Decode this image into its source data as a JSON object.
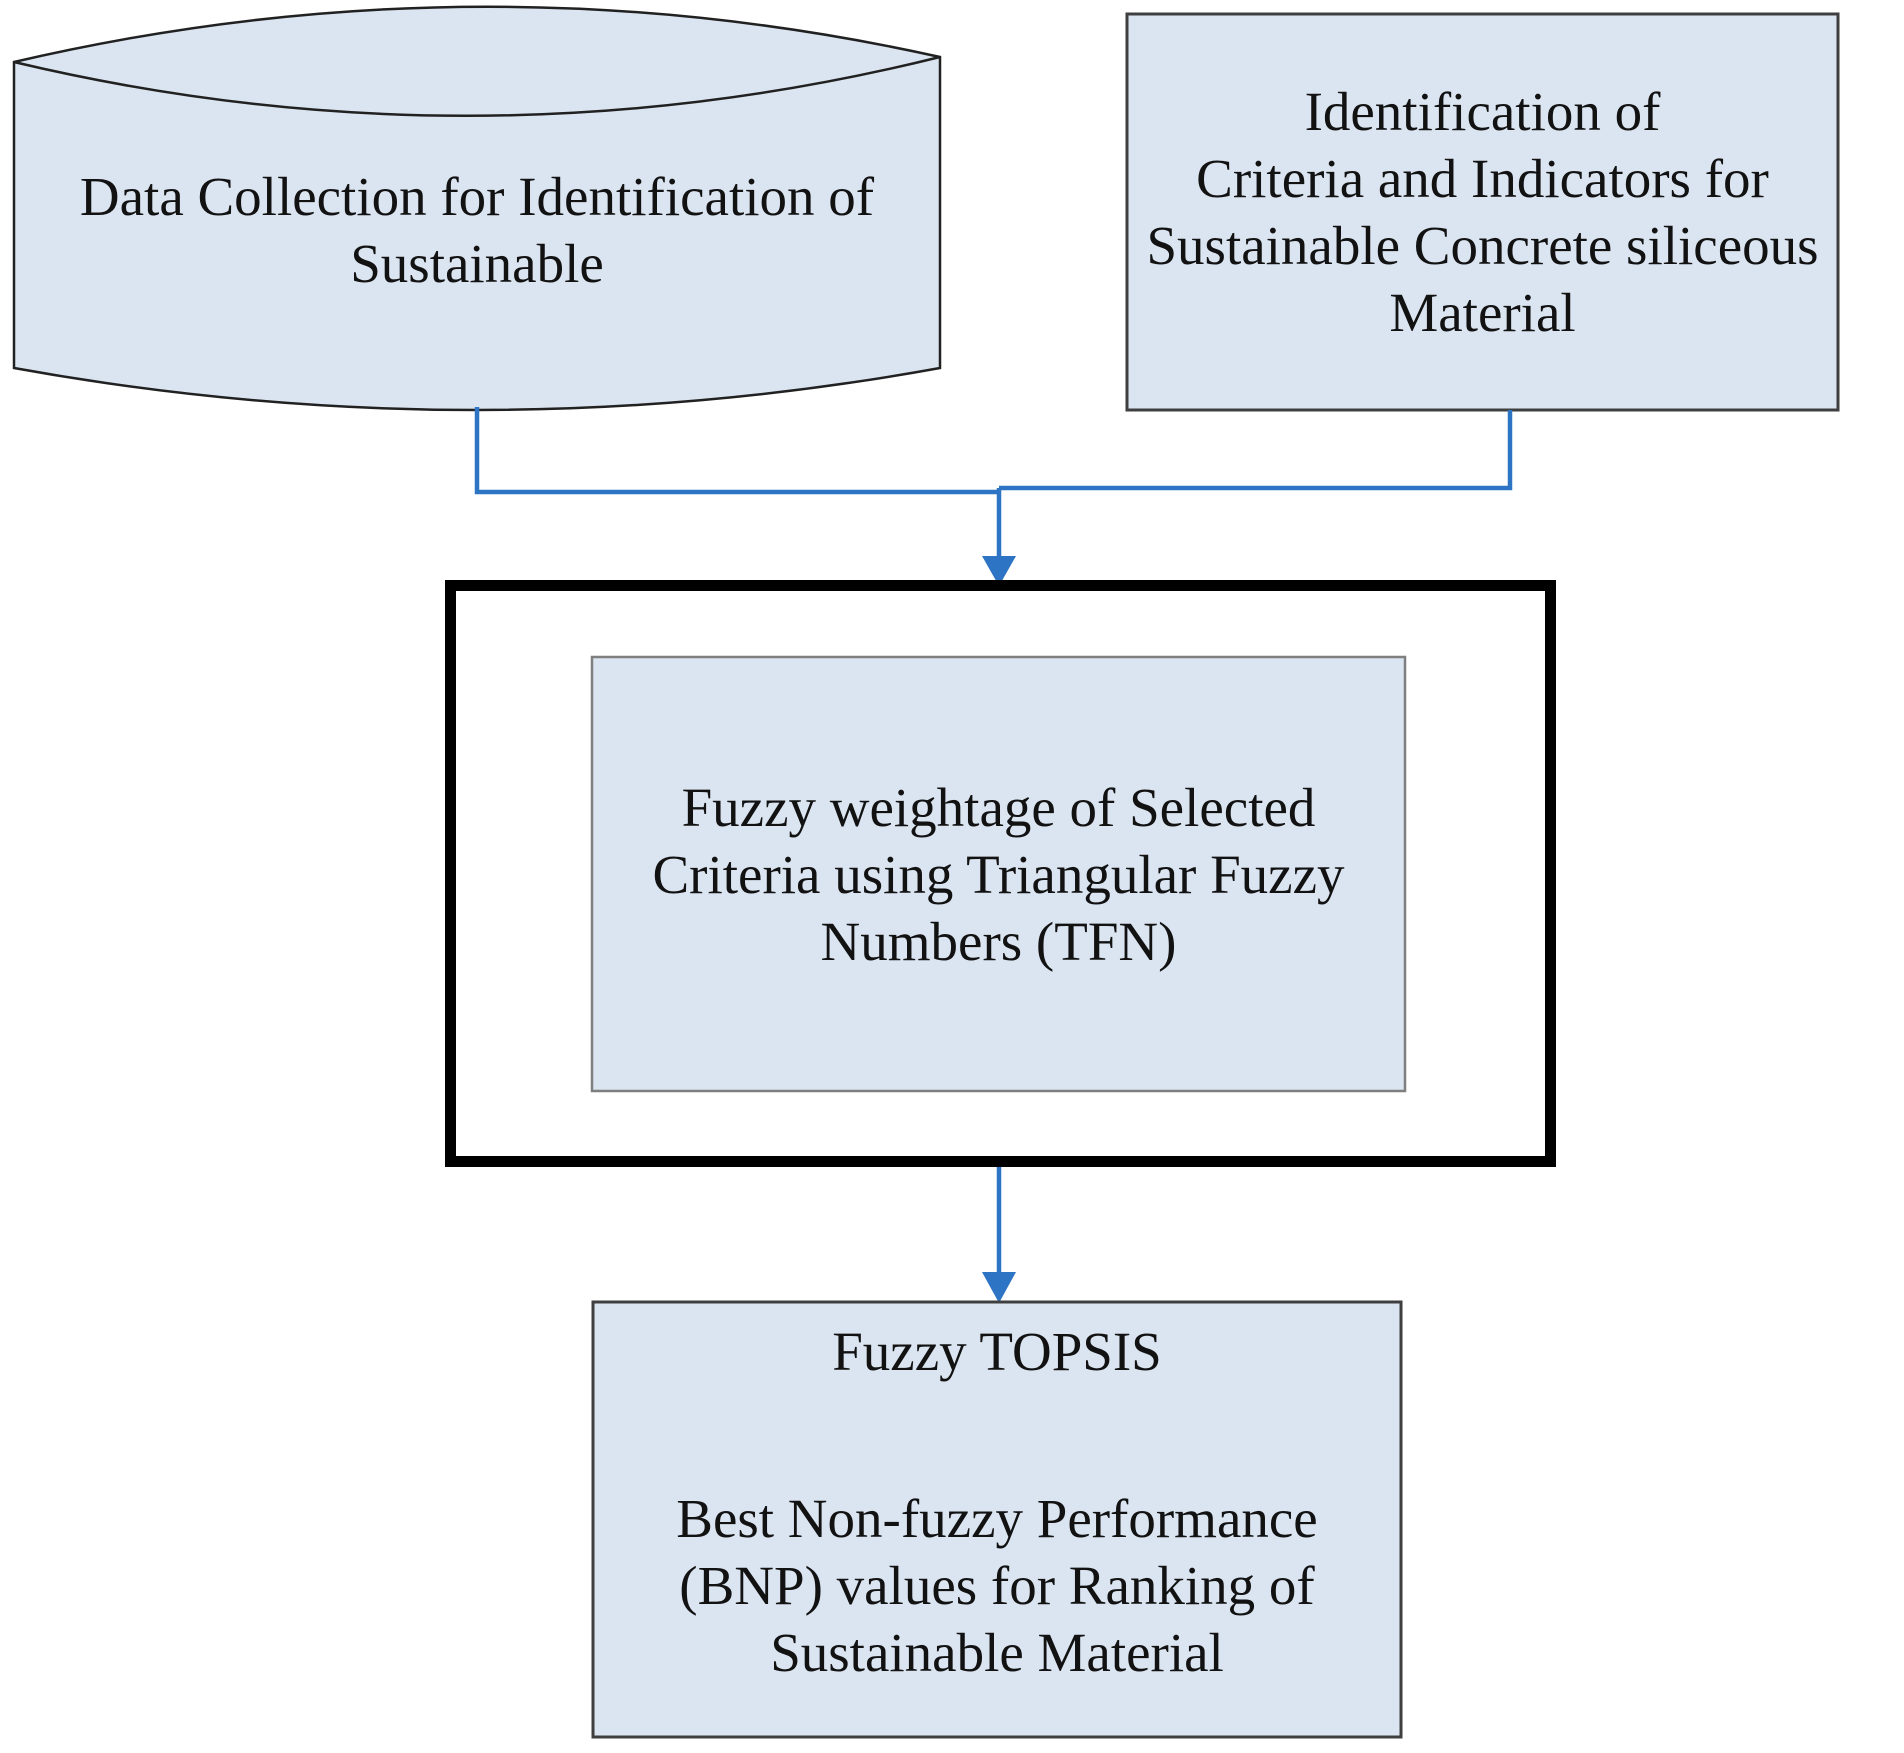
{
  "diagram": {
    "kind": "flowchart",
    "nodes": {
      "data_collection": {
        "shape": "stored-data-drum",
        "lines": [
          "Data Collection for Identification of",
          "Sustainable"
        ]
      },
      "identification": {
        "shape": "rectangle",
        "lines": [
          "Identification of",
          "Criteria and Indicators for",
          "Sustainable Concrete siliceous",
          "Material"
        ]
      },
      "fuzzy_weightage": {
        "shape": "rectangle-inside-emphasis-frame",
        "lines": [
          "Fuzzy weightage of Selected",
          "Criteria using Triangular Fuzzy",
          "Numbers (TFN)"
        ]
      },
      "fuzzy_topsis": {
        "shape": "rectangle",
        "heading": "Fuzzy TOPSIS",
        "lines": [
          "Best Non-fuzzy Performance",
          "(BNP) values for Ranking of",
          "Sustainable Material"
        ]
      }
    },
    "edges": [
      "data_collection -> fuzzy_weightage",
      "identification -> fuzzy_weightage",
      "fuzzy_weightage -> fuzzy_topsis"
    ]
  },
  "colors": {
    "node_fill": "#dbe5f1",
    "drum_stroke": "#212121",
    "box_border": "#3f3f3f",
    "inner_box_border": "#7f7f7f",
    "emphasis_border": "#000000",
    "connector": "#2e74c4",
    "text": "#121212",
    "background": "#ffffff"
  }
}
